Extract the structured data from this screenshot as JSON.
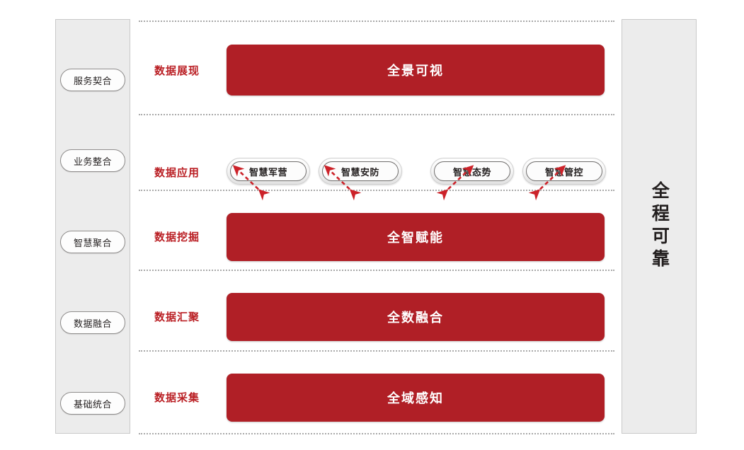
{
  "diagram": {
    "title_left_panel": "capability-integration-levels",
    "left_panel": {
      "items": [
        {
          "label": "服务契合"
        },
        {
          "label": "业务整合"
        },
        {
          "label": "智慧聚合"
        },
        {
          "label": "数据融合"
        },
        {
          "label": "基础统合"
        }
      ]
    },
    "right_panel": {
      "label": "全程可靠"
    },
    "rows": [
      {
        "stage": "数据展现",
        "capability": "全景可视"
      },
      {
        "stage": "数据应用",
        "capability": ""
      },
      {
        "stage": "数据挖掘",
        "capability": "全智赋能"
      },
      {
        "stage": "数据汇聚",
        "capability": "全数融合"
      },
      {
        "stage": "数据采集",
        "capability": "全域感知"
      }
    ],
    "applications": [
      {
        "label": "智慧军营"
      },
      {
        "label": "智慧安防"
      },
      {
        "label": "智慧态势"
      },
      {
        "label": "智慧管控"
      }
    ],
    "colors": {
      "brand_red": "#b01f26",
      "label_red": "#ba1f24",
      "panel_gray": "#ececec",
      "panel_border": "#c9c9c9",
      "separator_gray": "#a9a9a9",
      "arrow_red": "#cc2229",
      "text_dark": "#231f1f"
    }
  }
}
